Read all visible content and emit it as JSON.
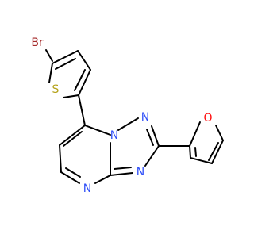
{
  "molecule": {
    "atoms": {
      "br": {
        "symbol": "Br",
        "color": "#a52a2a"
      },
      "s": {
        "symbol": "S",
        "color": "#b5a31c"
      },
      "o": {
        "symbol": "O",
        "color": "#ff0d0d"
      },
      "n1": {
        "symbol": "N",
        "color": "#3050f8"
      },
      "n2": {
        "symbol": "N",
        "color": "#3050f8"
      },
      "n3": {
        "symbol": "N",
        "color": "#3050f8"
      },
      "n4": {
        "symbol": "N",
        "color": "#3050f8"
      }
    },
    "bond_color": "#000000"
  }
}
